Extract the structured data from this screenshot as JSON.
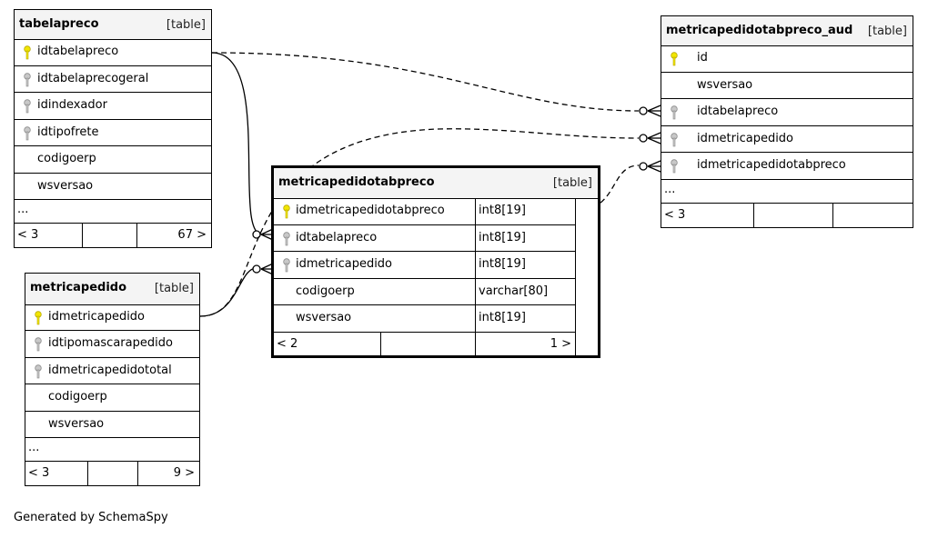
{
  "tables": {
    "tabelapreco": {
      "name": "tabelapreco",
      "kind": "[table]",
      "columns": [
        "idtabelapreco",
        "idtabelaprecogeral",
        "idindexador",
        "idtipofrete",
        "codigoerp",
        "wsversao"
      ],
      "more": "...",
      "footer_left": "< 3",
      "footer_right": "67 >"
    },
    "metricapedido": {
      "name": "metricapedido",
      "kind": "[table]",
      "columns": [
        "idmetricapedido",
        "idtipomascarapedido",
        "idmetricapedidototal",
        "codigoerp",
        "wsversao"
      ],
      "more": "...",
      "footer_left": "< 3",
      "footer_right": "9 >"
    },
    "metricapedidotabpreco": {
      "name": "metricapedidotabpreco",
      "kind": "[table]",
      "columns": [
        "idmetricapedidotabpreco",
        "idtabelapreco",
        "idmetricapedido",
        "codigoerp",
        "wsversao"
      ],
      "types": [
        "int8[19]",
        "int8[19]",
        "int8[19]",
        "varchar[80]",
        "int8[19]"
      ],
      "footer_left": "< 2",
      "footer_right": "1 >"
    },
    "metricapedidotabpreco_aud": {
      "name": "metricapedidotabpreco_aud",
      "kind": "[table]",
      "columns": [
        "id",
        "wsversao",
        "idtabelapreco",
        "idmetricapedido",
        "idmetricapedidotabpreco"
      ],
      "more": "...",
      "footer_left": "< 3"
    }
  },
  "colors": {
    "primary_key": "#f2e600",
    "foreign_key": "#9a9a9a",
    "header_bg": "#f4f4f4"
  },
  "footer_note": "Generated by SchemaSpy"
}
